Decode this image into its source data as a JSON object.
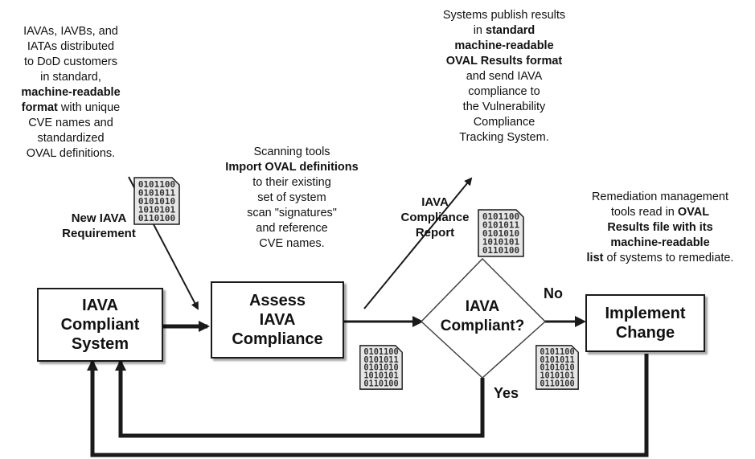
{
  "nodes": {
    "compliant_system": "IAVA\nCompliant\nSystem",
    "assess": "Assess\nIAVA\nCompliance",
    "decision": "IAVA\nCompliant?",
    "implement": "Implement\nChange"
  },
  "labels": {
    "new_requirement": "New IAVA\nRequirement",
    "compliance_report": "IAVA\nCompliance\nReport",
    "no": "No",
    "yes": "Yes"
  },
  "notes": {
    "distribution": [
      [
        {
          "t": "IAVAs, IAVBs, and"
        }
      ],
      [
        {
          "t": "IATAs distributed"
        }
      ],
      [
        {
          "t": "to DoD customers"
        }
      ],
      [
        {
          "t": "in standard,"
        }
      ],
      [
        {
          "t": "machine-readable",
          "b": true
        }
      ],
      [
        {
          "t": "format",
          "b": true
        },
        {
          "t": " with unique"
        }
      ],
      [
        {
          "t": "CVE names and"
        }
      ],
      [
        {
          "t": "standardized"
        }
      ],
      [
        {
          "t": "OVAL definitions."
        }
      ]
    ],
    "scanning": [
      [
        {
          "t": "Scanning tools"
        }
      ],
      [
        {
          "t": "Import OVAL definitions",
          "b": true
        }
      ],
      [
        {
          "t": "to their existing"
        }
      ],
      [
        {
          "t": "set of system"
        }
      ],
      [
        {
          "t": "scan \"signatures\""
        }
      ],
      [
        {
          "t": "and reference"
        }
      ],
      [
        {
          "t": "CVE names."
        }
      ]
    ],
    "publish": [
      [
        {
          "t": "Systems publish results"
        }
      ],
      [
        {
          "t": "in "
        },
        {
          "t": "standard",
          "b": true
        }
      ],
      [
        {
          "t": "machine-readable",
          "b": true
        }
      ],
      [
        {
          "t": "OVAL Results format",
          "b": true
        }
      ],
      [
        {
          "t": "and send IAVA"
        }
      ],
      [
        {
          "t": "compliance to"
        }
      ],
      [
        {
          "t": "the Vulnerability"
        }
      ],
      [
        {
          "t": "Compliance"
        }
      ],
      [
        {
          "t": "Tracking System."
        }
      ]
    ],
    "remediation": [
      [
        {
          "t": "Remediation management"
        }
      ],
      [
        {
          "t": "tools read in "
        },
        {
          "t": "OVAL",
          "b": true
        }
      ],
      [
        {
          "t": "Results file with its",
          "b": true
        }
      ],
      [
        {
          "t": "machine-readable",
          "b": true
        }
      ],
      [
        {
          "t": "list",
          "b": true
        },
        {
          "t": " of systems to remediate."
        }
      ]
    ]
  },
  "binary_doc": {
    "rows": [
      "0101100",
      "0101011",
      "0101010",
      "1010101",
      "0110100"
    ]
  },
  "colors": {
    "stroke": "#1a1a1a",
    "doc_fill": "#e6e6e6",
    "doc_text": "#333333"
  }
}
